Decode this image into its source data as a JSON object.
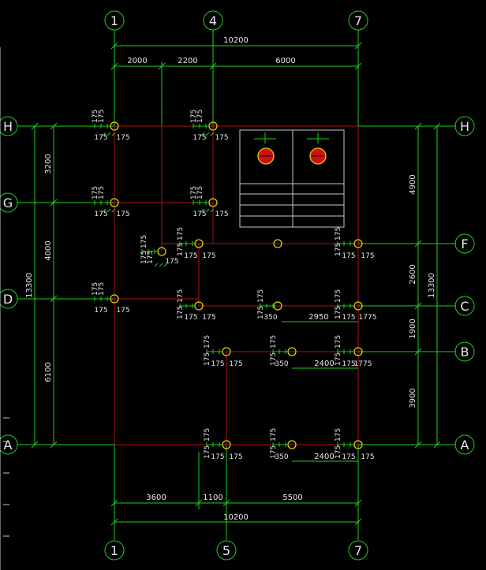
{
  "axes_top": [
    "1",
    "4",
    "7"
  ],
  "axes_bottom": [
    "1",
    "5",
    "7"
  ],
  "axes_left": [
    "H",
    "G",
    "D",
    "A"
  ],
  "axes_right": [
    "H",
    "F",
    "C",
    "B",
    "A"
  ],
  "dims": {
    "top_total": "10200",
    "top_seg1": "2000",
    "top_seg2": "2200",
    "top_seg3": "6000",
    "bottom_seg1": "3600",
    "bottom_seg2": "1100",
    "bottom_seg3": "5500",
    "bottom_total": "10200",
    "left_total": "13300",
    "left_seg1": "3200",
    "left_seg2": "4000",
    "left_seg3": "6100",
    "right_total": "13300",
    "right_seg1": "4900",
    "right_seg2": "2600",
    "right_seg3": "1900",
    "right_seg4": "3900",
    "mid_c": "2950",
    "mid_b": "2400",
    "mid_a": "2400",
    "off_350": "350",
    "off_175": "175",
    "off_1775": "1775"
  },
  "colors": {
    "background": "#000000",
    "dimension": "#19d219",
    "beam": "#b01010",
    "column": "#e0d000",
    "text": "#e6e6e6"
  }
}
